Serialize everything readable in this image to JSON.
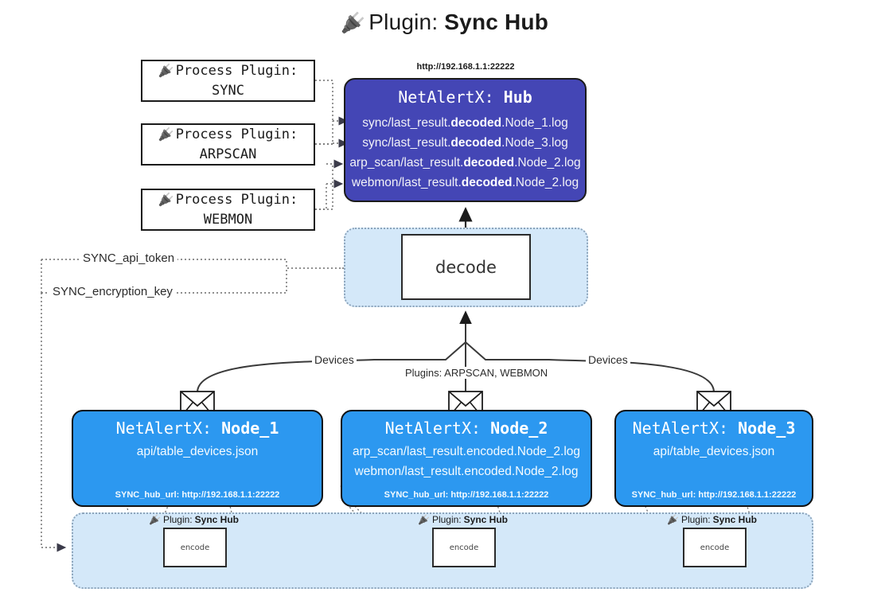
{
  "title": {
    "icon": "plug-icon",
    "label": "Plugin:",
    "value": "Sync Hub"
  },
  "process_plugins": [
    {
      "icon": "plug-icon",
      "label": "Process Plugin:",
      "value": "SYNC"
    },
    {
      "icon": "plug-icon",
      "label": "Process Plugin:",
      "value": "ARPSCAN"
    },
    {
      "icon": "plug-icon",
      "label": "Process Plugin:",
      "value": "WEBMON"
    }
  ],
  "hub": {
    "url": "http://192.168.1.1:22222",
    "title_prefix": "NetAlertX:",
    "title_value": "Hub",
    "logs": [
      {
        "pre": "sync/last_result.",
        "strong": "decoded",
        "post": ".Node_1.log"
      },
      {
        "pre": "sync/last_result.",
        "strong": "decoded",
        "post": ".Node_3.log"
      },
      {
        "pre": "arp_scan/last_result.",
        "strong": "decoded",
        "post": ".Node_2.log"
      },
      {
        "pre": "webmon/last_result.",
        "strong": "decoded",
        "post": ".Node_2.log"
      }
    ]
  },
  "decode": {
    "label": "decode"
  },
  "secrets": [
    {
      "label": "SYNC_api_token"
    },
    {
      "label": "SYNC_encryption_key"
    }
  ],
  "edge_labels": {
    "devices_left": "Devices",
    "devices_right": "Devices",
    "plugins_center": "Plugins: ARPSCAN, WEBMON"
  },
  "nodes": [
    {
      "icon": "envelope-icon",
      "title_prefix": "NetAlertX:",
      "title_value": "Node_1",
      "lines": [
        "api/table_devices.json"
      ],
      "footer": "SYNC_hub_url: http://192.168.1.1:22222"
    },
    {
      "icon": "envelope-icon",
      "title_prefix": "NetAlertX:",
      "title_value": "Node_2",
      "lines": [
        "arp_scan/last_result.encoded.Node_2.log",
        "webmon/last_result.encoded.Node_2.log"
      ],
      "footer": "SYNC_hub_url: http://192.168.1.1:22222"
    },
    {
      "icon": "envelope-icon",
      "title_prefix": "NetAlertX:",
      "title_value": "Node_3",
      "lines": [
        "api/table_devices.json"
      ],
      "footer": "SYNC_hub_url: http://192.168.1.1:22222"
    }
  ],
  "encoders": [
    {
      "icon": "plug-icon",
      "caption_label": "Plugin:",
      "caption_value": "Sync Hub",
      "box_label": "encode"
    },
    {
      "icon": "plug-icon",
      "caption_label": "Plugin:",
      "caption_value": "Sync Hub",
      "box_label": "encode"
    },
    {
      "icon": "plug-icon",
      "caption_label": "Plugin:",
      "caption_value": "Sync Hub",
      "box_label": "encode"
    }
  ],
  "colors": {
    "hub_fill": "#4446b5",
    "node_fill": "#2c98f0",
    "container_fill": "#d4e8f9",
    "stroke": "#1b1b1b",
    "dotted_stroke": "#555555"
  }
}
